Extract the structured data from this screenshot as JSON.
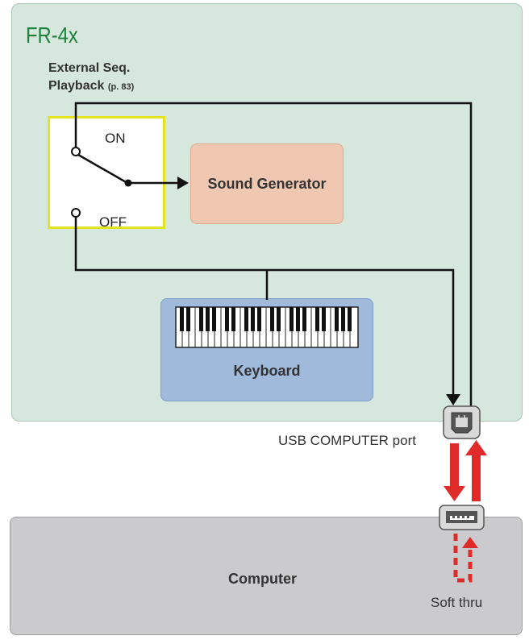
{
  "device": {
    "title": "FR-4x"
  },
  "external_seq": {
    "label": "External Seq.",
    "label2": "Playback",
    "ref": "(p. 83)"
  },
  "switch": {
    "on_label": "ON",
    "off_label": "OFF"
  },
  "sound_generator": {
    "label": "Sound Generator"
  },
  "keyboard": {
    "label": "Keyboard"
  },
  "usb_port": {
    "label": "USB COMPUTER port"
  },
  "computer": {
    "label": "Computer"
  },
  "soft_thru": {
    "label": "Soft thru"
  },
  "colors": {
    "device_bg": "#d6e7de",
    "device_title": "#1d7f3b",
    "switch_border": "#e3e41f",
    "sound_generator_bg": "#f0c8b2",
    "keyboard_bg": "#9fbadb",
    "computer_bg": "#cbcbcd",
    "midi_arrow": "#e02b2b"
  }
}
